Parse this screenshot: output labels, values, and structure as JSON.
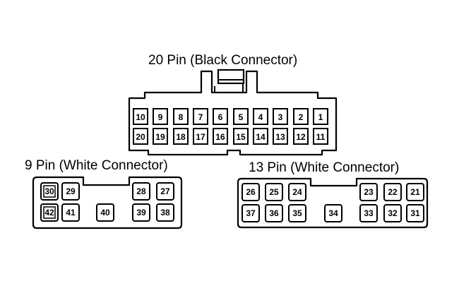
{
  "colors": {
    "ink": "#000000",
    "paper": "#ffffff"
  },
  "connectors": {
    "black20": {
      "title": "20 Pin (Black Connector)",
      "row1": [
        "10",
        "9",
        "8",
        "7",
        "6",
        "5",
        "4",
        "3",
        "2",
        "1"
      ],
      "row2": [
        "20",
        "19",
        "18",
        "17",
        "16",
        "15",
        "14",
        "13",
        "12",
        "11"
      ]
    },
    "white9": {
      "title": "9 Pin (White Connector)",
      "pins": [
        "30",
        "29",
        "28",
        "27",
        "42",
        "41",
        "40",
        "39",
        "38"
      ]
    },
    "white13": {
      "title": "13 Pin (White Connector)",
      "pins": [
        "26",
        "25",
        "24",
        "23",
        "22",
        "21",
        "37",
        "36",
        "35",
        "34",
        "33",
        "32",
        "31"
      ]
    }
  }
}
